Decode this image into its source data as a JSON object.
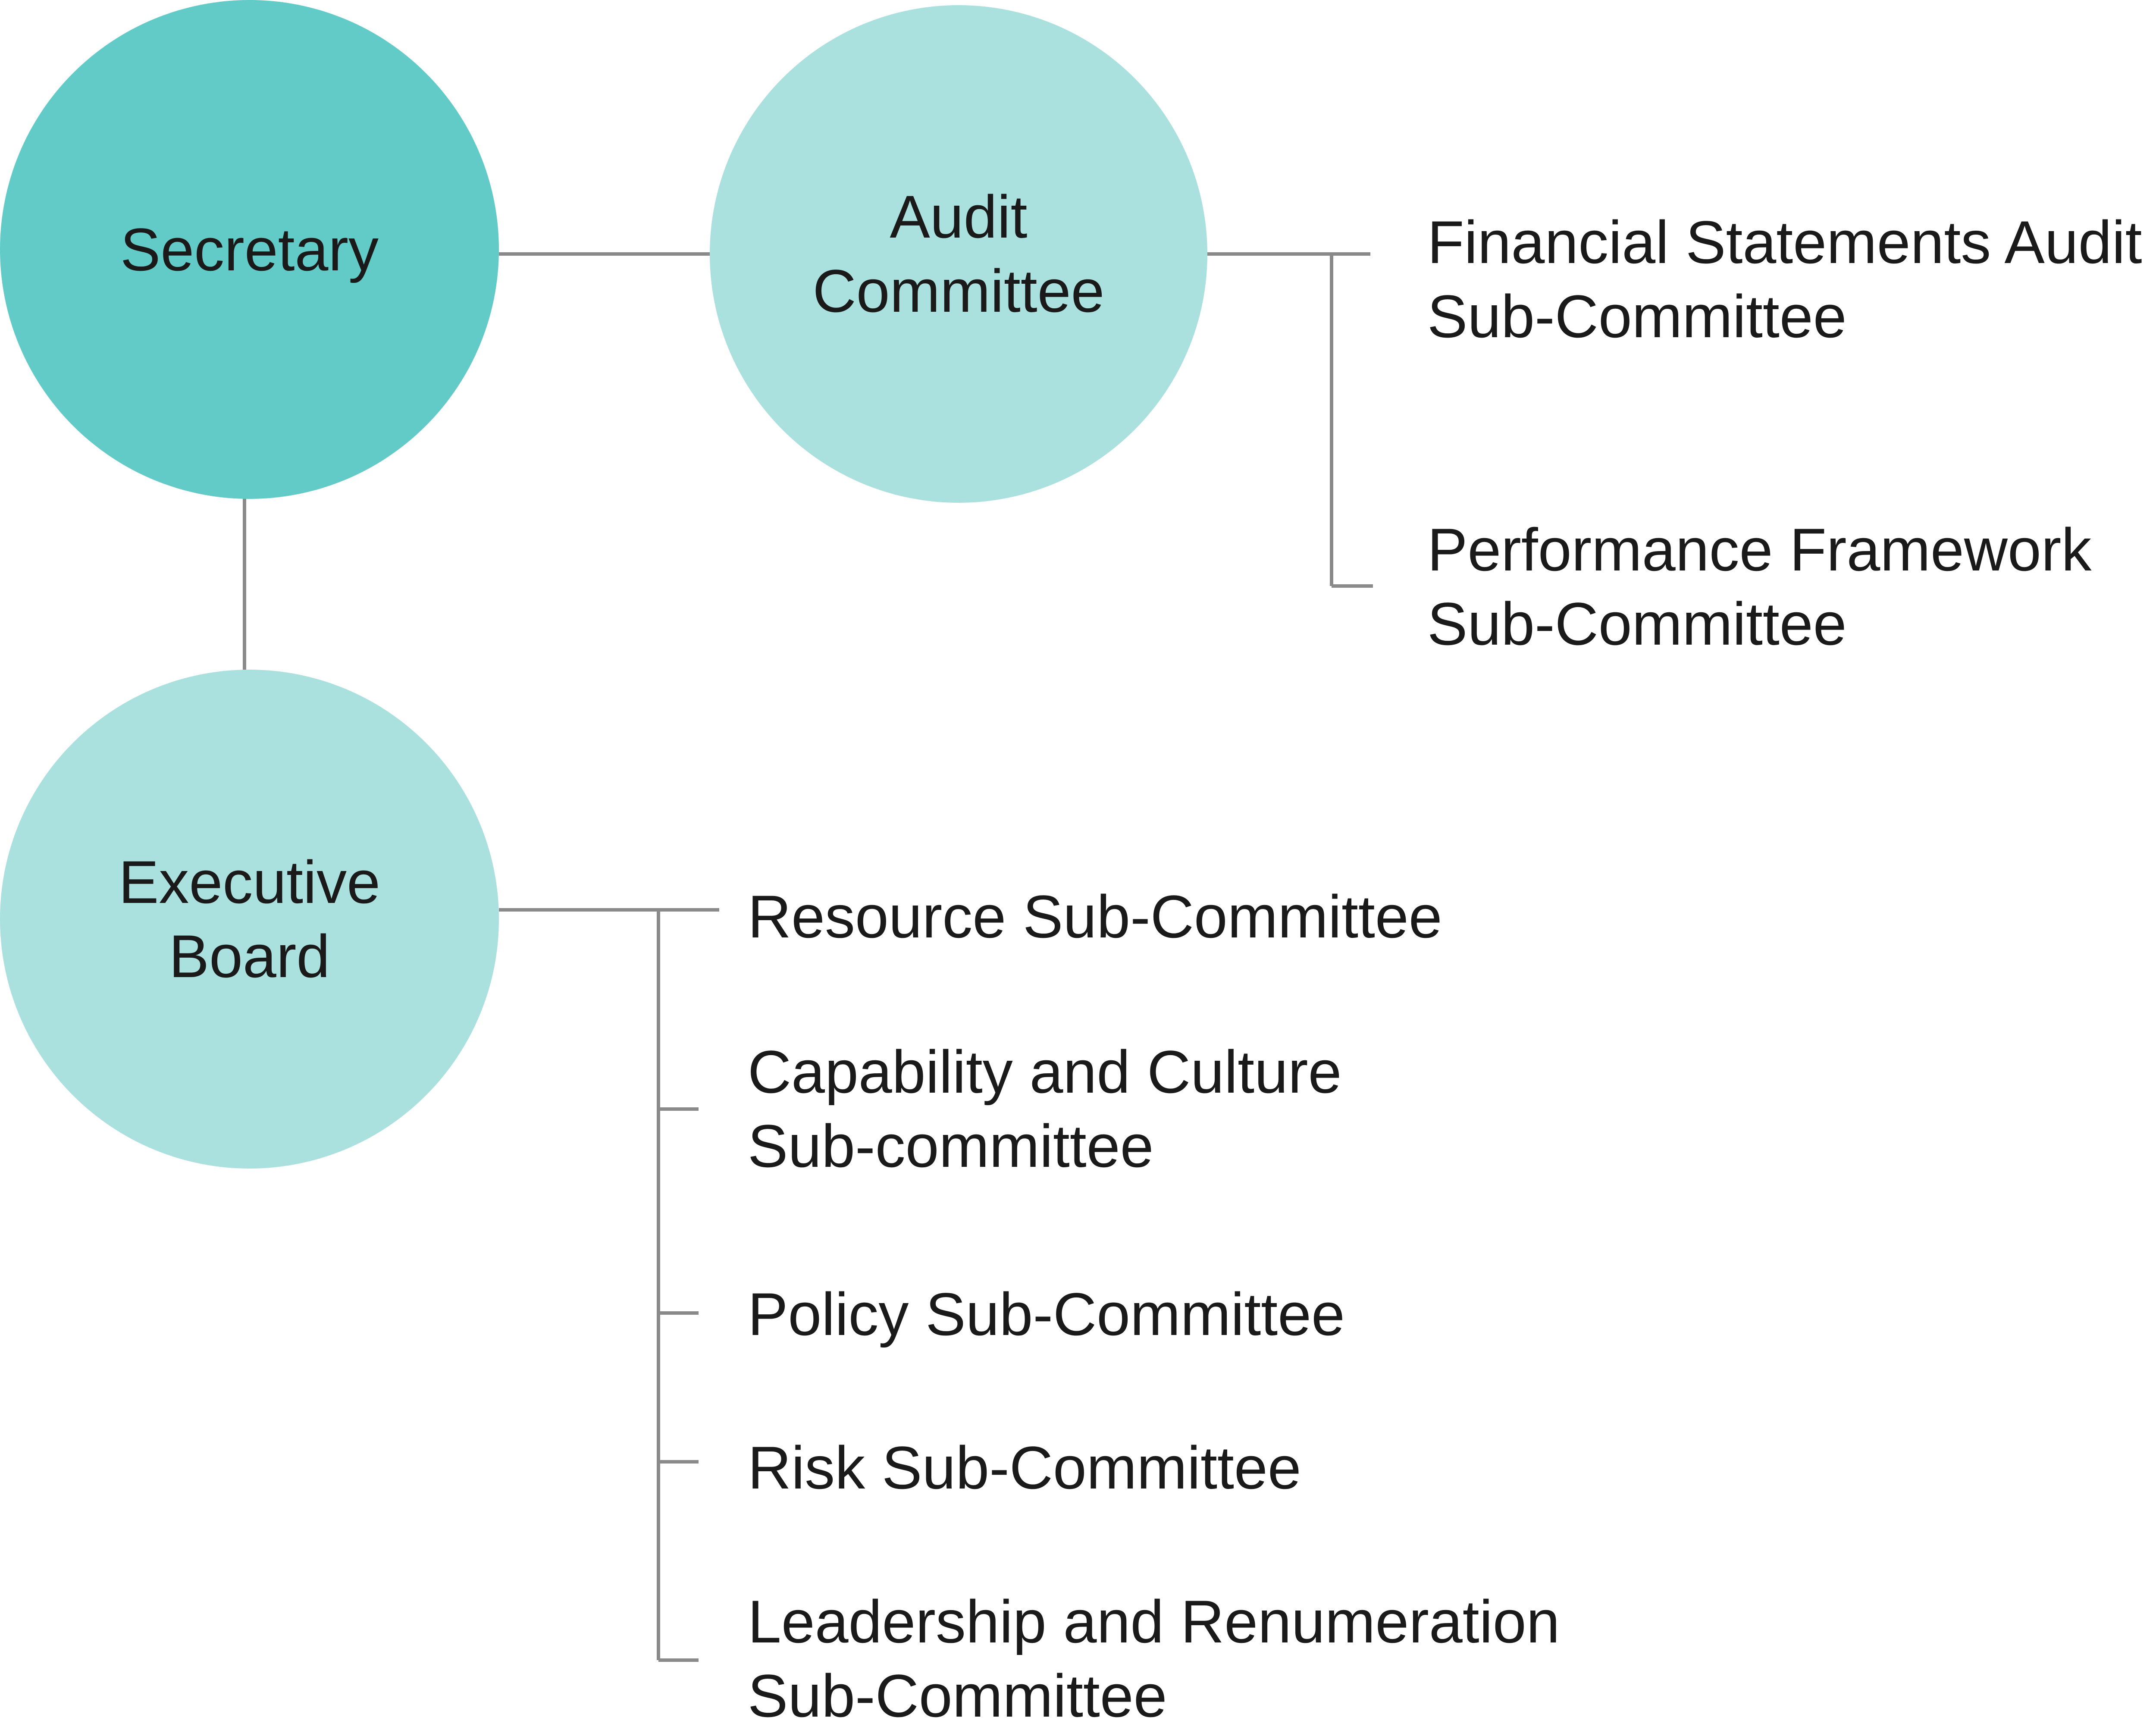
{
  "nodes": {
    "secretary": {
      "label": "Secretary"
    },
    "audit_committee": {
      "label": "Audit\nCommittee"
    },
    "executive_board": {
      "label": "Executive\nBoard"
    }
  },
  "audit_subcommittees": [
    {
      "label": "Financial Statements Audit\nSub-Committee"
    },
    {
      "label": "Performance Framework\nSub-Committee"
    }
  ],
  "executive_subcommittees": [
    {
      "label": "Resource Sub-Committee"
    },
    {
      "label": "Capability and Culture\nSub-committee"
    },
    {
      "label": "Policy Sub-Committee"
    },
    {
      "label": "Risk Sub-Committee"
    },
    {
      "label": "Leadership and Renumeration\nSub-Committee"
    }
  ],
  "colors": {
    "root_node": "#63cbc7",
    "child_node": "#aae0dd",
    "connector": "#8a8a8a",
    "text": "#1a1a1a"
  }
}
